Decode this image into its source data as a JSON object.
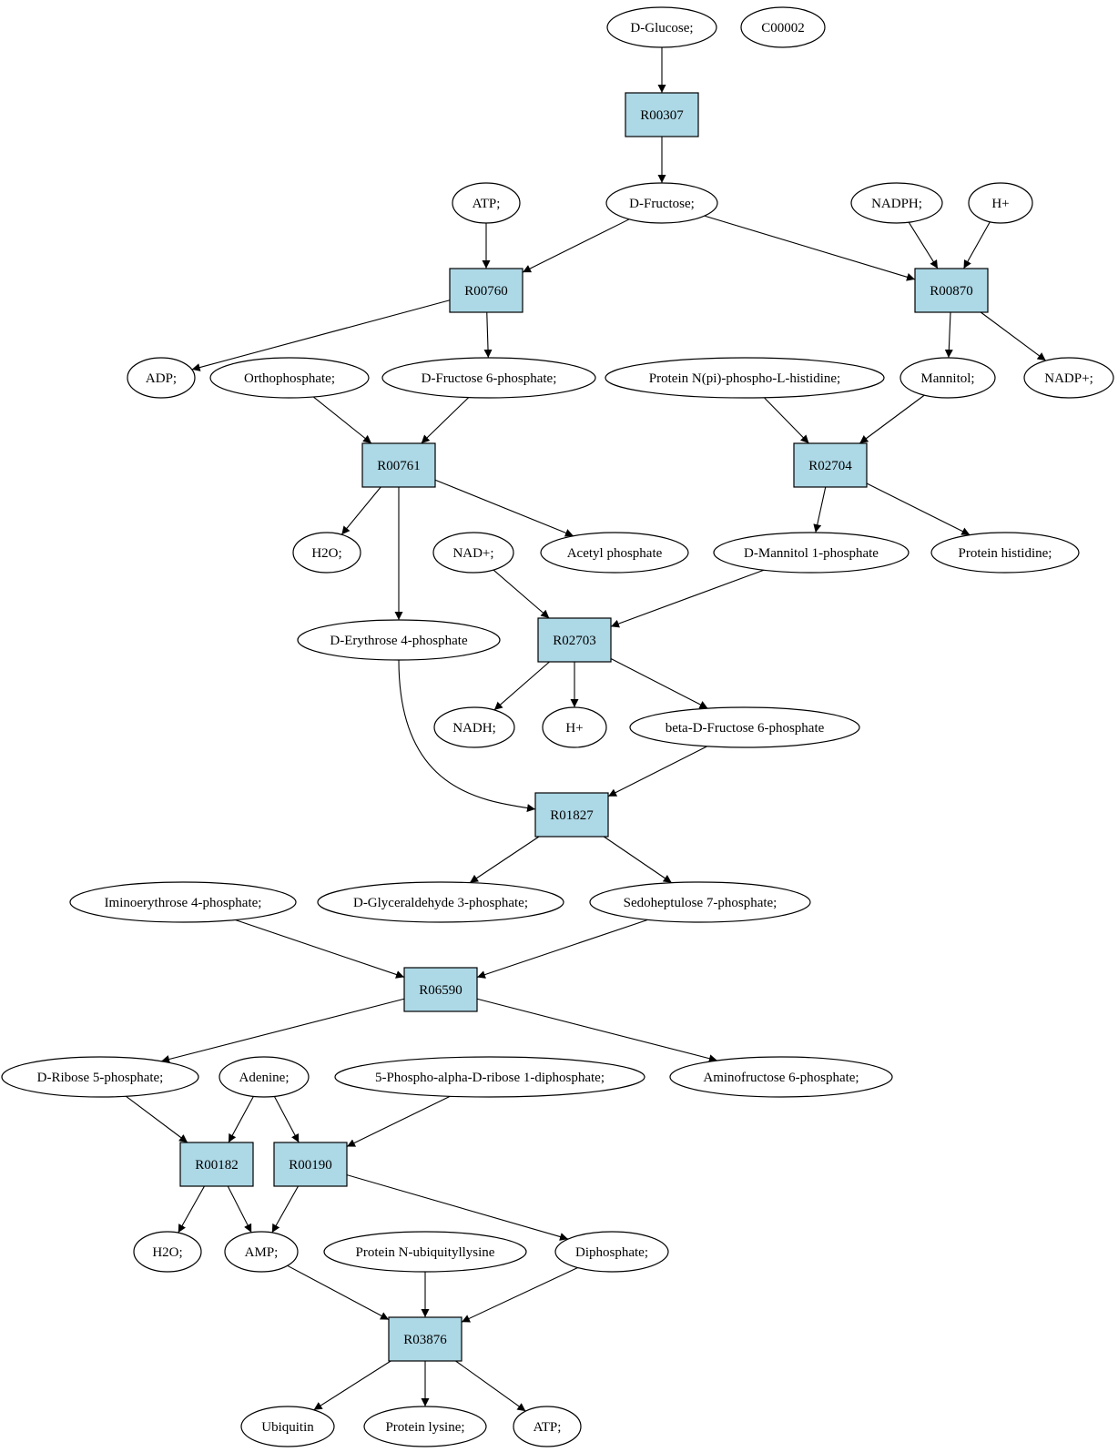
{
  "colors": {
    "reaction_fill": "#add8e6",
    "compound_fill": "#ffffff",
    "source_fill": "#00ee00",
    "target_fill": "#ffff00",
    "stroke": "#000000"
  },
  "nodes": [
    {
      "id": "glucose",
      "label": "D-Glucose;",
      "kind": "source"
    },
    {
      "id": "c00002",
      "label": "C00002",
      "kind": "target"
    },
    {
      "id": "r00307",
      "label": "R00307",
      "kind": "reaction"
    },
    {
      "id": "atp1",
      "label": "ATP;",
      "kind": "compound"
    },
    {
      "id": "fructose",
      "label": "D-Fructose;",
      "kind": "compound"
    },
    {
      "id": "nadph",
      "label": "NADPH;",
      "kind": "compound"
    },
    {
      "id": "hplus1",
      "label": "H+",
      "kind": "compound"
    },
    {
      "id": "r00760",
      "label": "R00760",
      "kind": "reaction"
    },
    {
      "id": "r00870",
      "label": "R00870",
      "kind": "reaction"
    },
    {
      "id": "adp",
      "label": "ADP;",
      "kind": "compound"
    },
    {
      "id": "orthophosphate",
      "label": "Orthophosphate;",
      "kind": "compound"
    },
    {
      "id": "f6p",
      "label": "D-Fructose 6-phosphate;",
      "kind": "compound"
    },
    {
      "id": "protein_npi",
      "label": "Protein N(pi)-phospho-L-histidine;",
      "kind": "compound"
    },
    {
      "id": "mannitol",
      "label": "Mannitol;",
      "kind": "compound"
    },
    {
      "id": "nadp",
      "label": "NADP+;",
      "kind": "compound"
    },
    {
      "id": "r00761",
      "label": "R00761",
      "kind": "reaction"
    },
    {
      "id": "r02704",
      "label": "R02704",
      "kind": "reaction"
    },
    {
      "id": "h2o1",
      "label": "H2O;",
      "kind": "compound"
    },
    {
      "id": "nadplus",
      "label": "NAD+;",
      "kind": "compound"
    },
    {
      "id": "acetylp",
      "label": "Acetyl phosphate",
      "kind": "compound"
    },
    {
      "id": "mannitol1p",
      "label": "D-Mannitol 1-phosphate",
      "kind": "compound"
    },
    {
      "id": "protein_his",
      "label": "Protein histidine;",
      "kind": "compound"
    },
    {
      "id": "e4p",
      "label": "D-Erythrose 4-phosphate",
      "kind": "compound"
    },
    {
      "id": "r02703",
      "label": "R02703",
      "kind": "reaction"
    },
    {
      "id": "nadh",
      "label": "NADH;",
      "kind": "compound"
    },
    {
      "id": "hplus2",
      "label": "H+",
      "kind": "compound"
    },
    {
      "id": "bf6p",
      "label": "beta-D-Fructose 6-phosphate",
      "kind": "compound"
    },
    {
      "id": "r01827",
      "label": "R01827",
      "kind": "reaction"
    },
    {
      "id": "imino",
      "label": "Iminoerythrose 4-phosphate;",
      "kind": "compound"
    },
    {
      "id": "g3p",
      "label": "D-Glyceraldehyde 3-phosphate;",
      "kind": "compound"
    },
    {
      "id": "s7p",
      "label": "Sedoheptulose 7-phosphate;",
      "kind": "compound"
    },
    {
      "id": "r06590",
      "label": "R06590",
      "kind": "reaction"
    },
    {
      "id": "r5p",
      "label": "D-Ribose 5-phosphate;",
      "kind": "compound"
    },
    {
      "id": "adenine",
      "label": "Adenine;",
      "kind": "compound"
    },
    {
      "id": "prpp",
      "label": "5-Phospho-alpha-D-ribose 1-diphosphate;",
      "kind": "compound"
    },
    {
      "id": "aminofructose",
      "label": "Aminofructose 6-phosphate;",
      "kind": "compound"
    },
    {
      "id": "r00182",
      "label": "R00182",
      "kind": "reaction"
    },
    {
      "id": "r00190",
      "label": "R00190",
      "kind": "reaction"
    },
    {
      "id": "h2o2",
      "label": "H2O;",
      "kind": "compound"
    },
    {
      "id": "amp",
      "label": "AMP;",
      "kind": "compound"
    },
    {
      "id": "ubiq_lys",
      "label": "Protein N-ubiquityllysine",
      "kind": "compound"
    },
    {
      "id": "diphosphate",
      "label": "Diphosphate;",
      "kind": "compound"
    },
    {
      "id": "r03876",
      "label": "R03876",
      "kind": "reaction"
    },
    {
      "id": "ubiquitin",
      "label": "Ubiquitin",
      "kind": "compound"
    },
    {
      "id": "protein_lys",
      "label": "Protein lysine;",
      "kind": "compound"
    },
    {
      "id": "atp2",
      "label": "ATP;",
      "kind": "compound"
    }
  ],
  "edges": [
    {
      "from": "glucose",
      "to": "r00307"
    },
    {
      "from": "r00307",
      "to": "fructose"
    },
    {
      "from": "atp1",
      "to": "r00760"
    },
    {
      "from": "fructose",
      "to": "r00760"
    },
    {
      "from": "fructose",
      "to": "r00870"
    },
    {
      "from": "nadph",
      "to": "r00870"
    },
    {
      "from": "hplus1",
      "to": "r00870"
    },
    {
      "from": "r00760",
      "to": "adp"
    },
    {
      "from": "r00760",
      "to": "f6p"
    },
    {
      "from": "r00870",
      "to": "mannitol"
    },
    {
      "from": "r00870",
      "to": "nadp"
    },
    {
      "from": "orthophosphate",
      "to": "r00761"
    },
    {
      "from": "f6p",
      "to": "r00761"
    },
    {
      "from": "protein_npi",
      "to": "r02704"
    },
    {
      "from": "mannitol",
      "to": "r02704"
    },
    {
      "from": "r00761",
      "to": "h2o1"
    },
    {
      "from": "r00761",
      "to": "acetylp"
    },
    {
      "from": "r00761",
      "to": "e4p"
    },
    {
      "from": "r02704",
      "to": "mannitol1p"
    },
    {
      "from": "r02704",
      "to": "protein_his"
    },
    {
      "from": "nadplus",
      "to": "r02703"
    },
    {
      "from": "mannitol1p",
      "to": "r02703"
    },
    {
      "from": "r02703",
      "to": "nadh"
    },
    {
      "from": "r02703",
      "to": "hplus2"
    },
    {
      "from": "r02703",
      "to": "bf6p"
    },
    {
      "from": "e4p",
      "to": "r01827"
    },
    {
      "from": "bf6p",
      "to": "r01827"
    },
    {
      "from": "r01827",
      "to": "g3p"
    },
    {
      "from": "r01827",
      "to": "s7p"
    },
    {
      "from": "imino",
      "to": "r06590"
    },
    {
      "from": "s7p",
      "to": "r06590"
    },
    {
      "from": "r06590",
      "to": "r5p"
    },
    {
      "from": "r06590",
      "to": "aminofructose"
    },
    {
      "from": "r5p",
      "to": "r00182"
    },
    {
      "from": "adenine",
      "to": "r00182"
    },
    {
      "from": "adenine",
      "to": "r00190"
    },
    {
      "from": "prpp",
      "to": "r00190"
    },
    {
      "from": "r00182",
      "to": "h2o2"
    },
    {
      "from": "r00182",
      "to": "amp"
    },
    {
      "from": "r00190",
      "to": "amp"
    },
    {
      "from": "r00190",
      "to": "diphosphate"
    },
    {
      "from": "amp",
      "to": "r03876"
    },
    {
      "from": "ubiq_lys",
      "to": "r03876"
    },
    {
      "from": "diphosphate",
      "to": "r03876"
    },
    {
      "from": "r03876",
      "to": "ubiquitin"
    },
    {
      "from": "r03876",
      "to": "protein_lys"
    },
    {
      "from": "r03876",
      "to": "atp2"
    }
  ]
}
